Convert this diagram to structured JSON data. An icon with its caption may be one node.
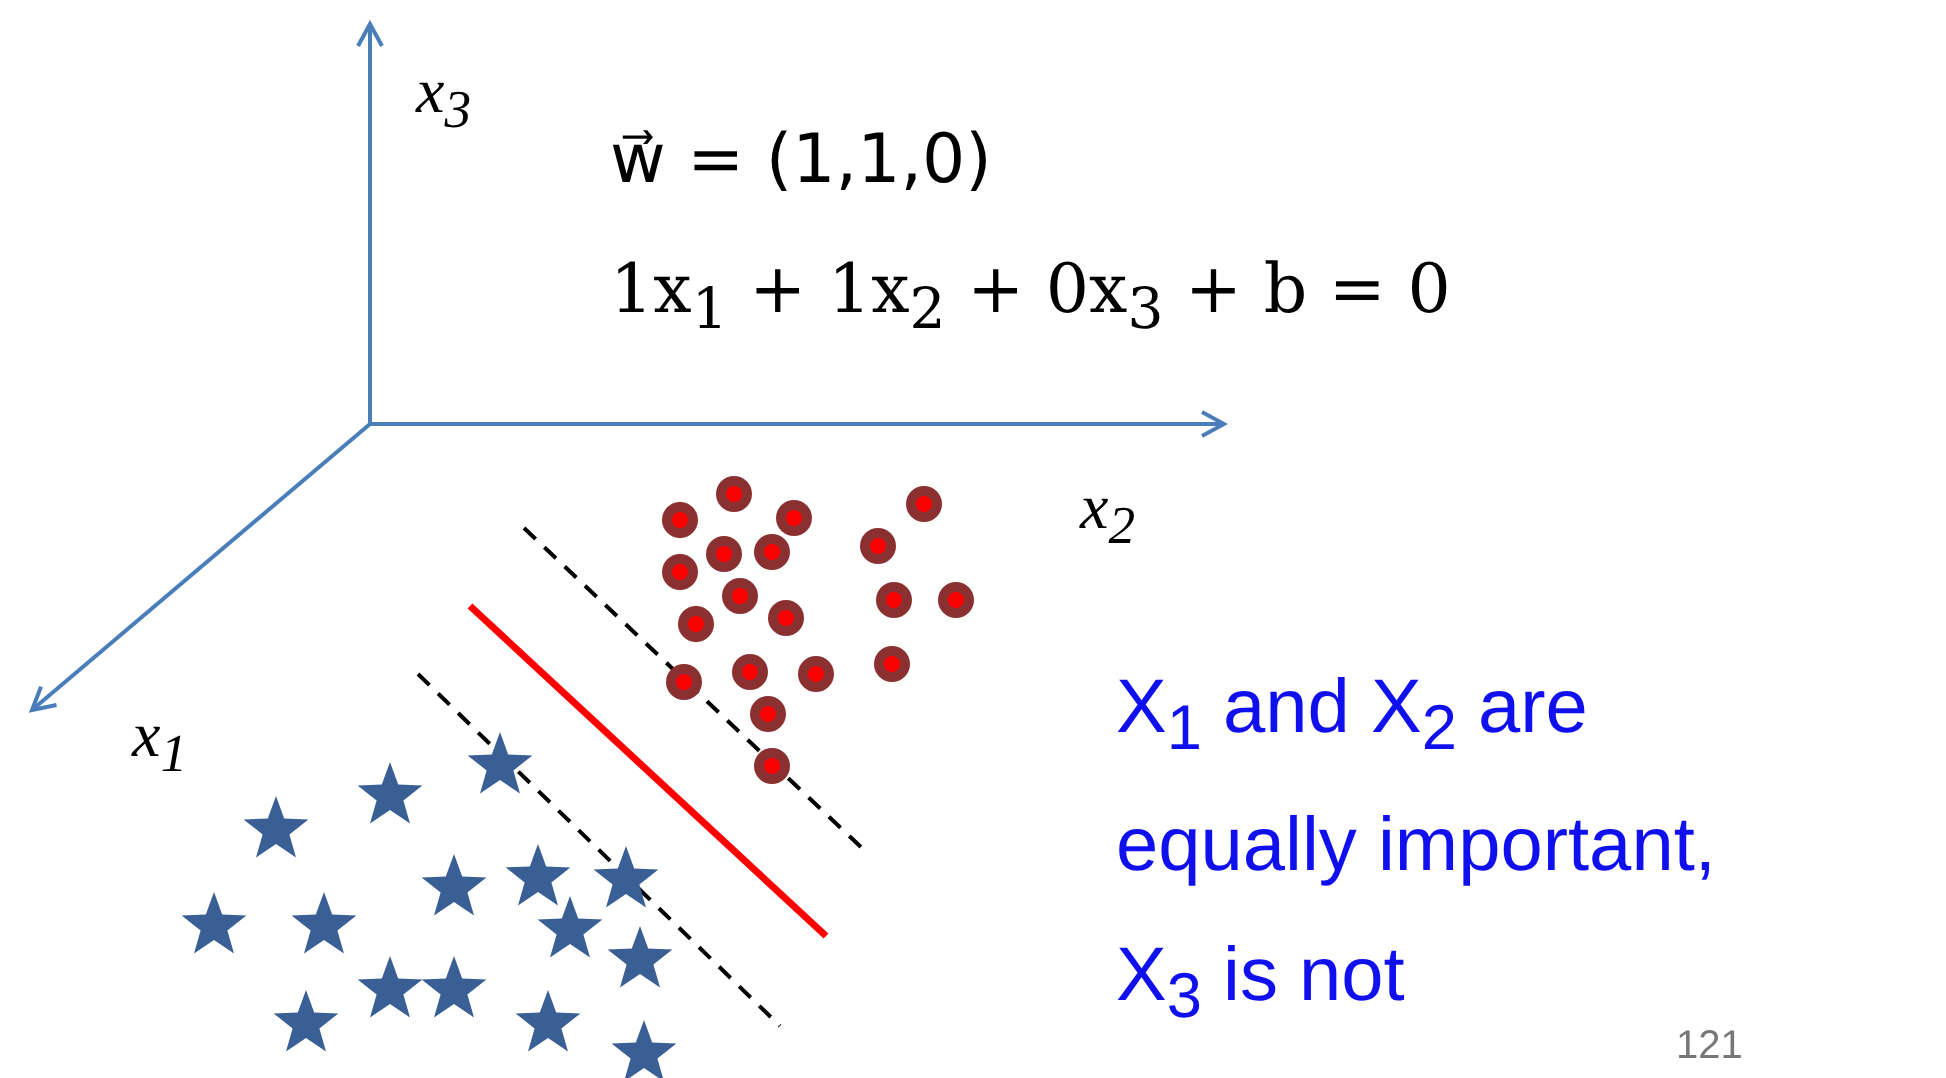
{
  "diagram": {
    "labels": [
      "x$_{3}$",
      "w⃗ = (1,1,0)",
      "1x$_{1}$ + 1x$_{2}$ + 0x$_{3}$ + b = 0",
      "x$_{2}$",
      "x$_{1}$",
      "X$_{1}$ and X$_{2}$ are equally important, X$_{3}$ is not",
      "121"
    ]
  }
}
